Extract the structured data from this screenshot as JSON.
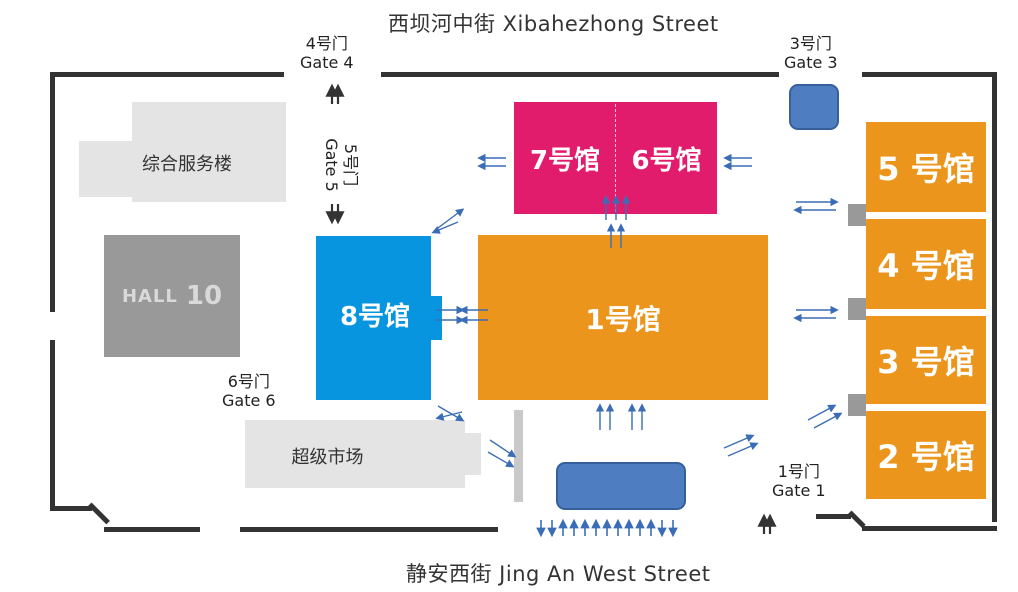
{
  "streets": {
    "north": "西坝河中街 Xibahezhong Street",
    "south": "静安西街 Jing An West Street"
  },
  "gates": [
    {
      "id": "gate4",
      "cn": "4号门",
      "en": "Gate 4"
    },
    {
      "id": "gate3",
      "cn": "3号门",
      "en": "Gate 3"
    },
    {
      "id": "gate5",
      "cn": "5号门",
      "en": "Gate 5"
    },
    {
      "id": "gate6",
      "cn": "6号门",
      "en": "Gate 6"
    },
    {
      "id": "gate1",
      "cn": "1号门",
      "en": "Gate 1"
    }
  ],
  "buildings": {
    "service": "综合服务楼",
    "hall10_a": "HALL",
    "hall10_b": "10",
    "supermarket": "超级市场",
    "hall1": "1号馆",
    "hall2": "2 号馆",
    "hall3": "3 号馆",
    "hall4": "4 号馆",
    "hall5": "5 号馆",
    "hall6": "6号馆",
    "hall7": "7号馆",
    "hall8": "8号馆"
  },
  "colors": {
    "orange": "#eb951c",
    "blue": "#0795e0",
    "pink": "#e21c6c",
    "entry_blue": "#4e7ec1",
    "arrow_blue": "#3a6db5"
  }
}
